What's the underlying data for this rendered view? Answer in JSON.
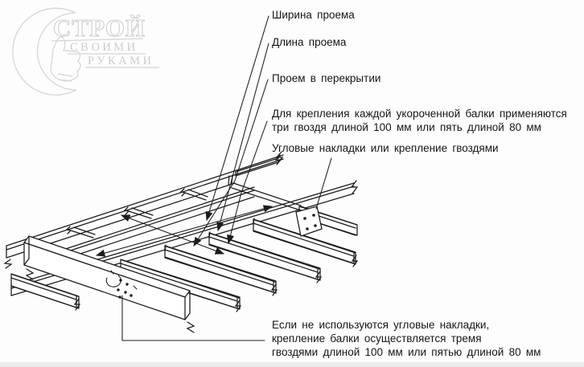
{
  "watermark": {
    "line1": "СТРОЙ",
    "line2": "СВОИМИ",
    "line3": "РУКАМИ"
  },
  "labels": {
    "width": "Ширина проема",
    "length": "Длина проема",
    "opening": "Проем в перекрытии",
    "nailing_line1": "Для крепления каждой укороченной балки применяются",
    "nailing_line2": "три гвоздя длиной 100 мм или пять длиной 80 мм",
    "angle_plates": "Угловые накладки или крепление гвоздями",
    "no_plates_line1": "Если не используются угловые накладки,",
    "no_plates_line2": "крепление балки осуществляется тремя",
    "no_plates_line3": "гвоздями длиной 100 мм или пятью длиной 80 мм"
  },
  "colors": {
    "ink": "#1c1c1c",
    "watermark": "#d4d4d4",
    "background": "#fdfdfd"
  }
}
